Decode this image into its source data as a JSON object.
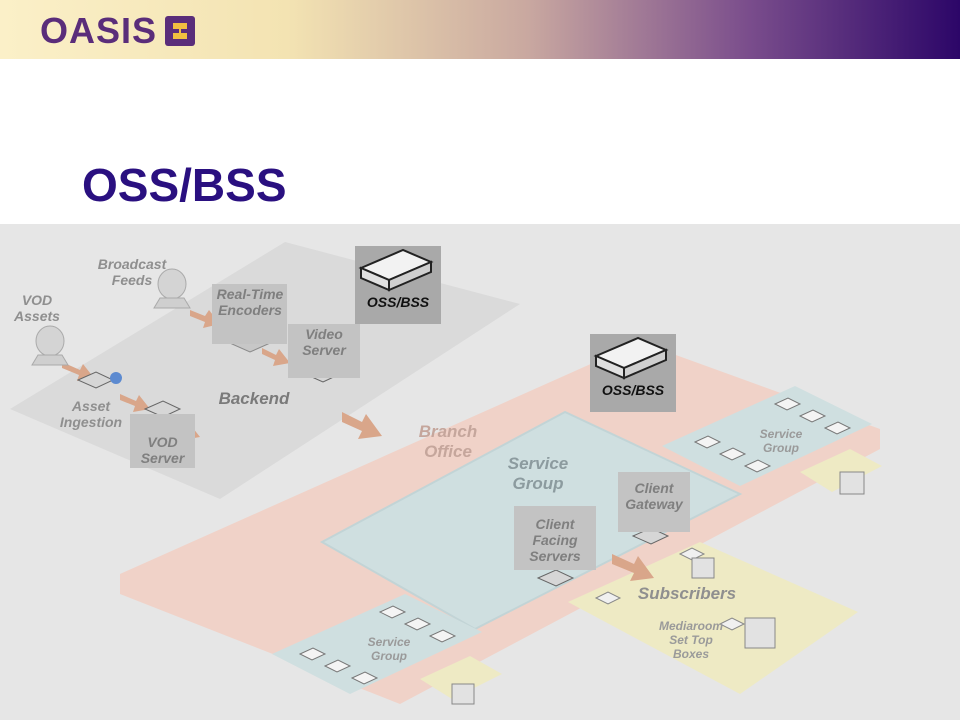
{
  "header": {
    "logo_text": "OASIS"
  },
  "title": "OSS/BSS",
  "diagram": {
    "broadcast_feeds": "Broadcast\nFeeds",
    "vod_assets": "VOD\nAssets",
    "real_time_encoders": "Real-Time\nEncoders",
    "video_server": "Video\nServer",
    "backend": "Backend",
    "asset_ingestion": "Asset\nIngestion",
    "vod_server": "VOD\nServer",
    "oss_bss_backend": "OSS/BSS",
    "oss_bss_branch": "OSS/BSS",
    "branch_office": "Branch\nOffice",
    "service_group_main": "Service\nGroup",
    "client_gateway": "Client\nGateway",
    "client_facing_servers": "Client\nFacing\nServers",
    "subscribers": "Subscribers",
    "mediaroom_boxes": "Mediaroom\nSet Top\nBoxes",
    "service_group_right": "Service\nGroup",
    "service_group_bottom": "Service\nGroup"
  },
  "colors": {
    "title": "#2a1080",
    "branch_region": "#f0d2c8",
    "service_region": "#cfdfe0",
    "subscriber_region": "#eeeac4",
    "arrow": "#d9a68a"
  }
}
